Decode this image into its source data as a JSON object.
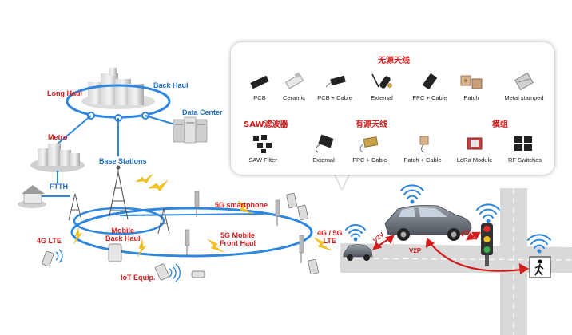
{
  "network": {
    "long_haul": "Long Haul",
    "back_haul": "Back Haul",
    "data_center": "Data Center",
    "metro": "Metro",
    "base_stations": "Base Stations",
    "ftth": "FTTH",
    "lte_4g": "4G LTE",
    "mobile_back_haul": [
      "Mobile",
      "Back Haul"
    ],
    "smartphone_5g": "5G smartphone",
    "front_haul_5g": [
      "5G Mobile",
      "Front Haul"
    ],
    "lte_5g": [
      "4G / 5G",
      "LTE"
    ],
    "iot_equip": "IoT Equip."
  },
  "v2x": {
    "v2v": "V2V",
    "v2p": "V2P",
    "v2i": "V2I"
  },
  "panel": {
    "passive_title": "无源天线",
    "passive_items": [
      {
        "label": "PCB",
        "icon": "pcb-antenna-icon"
      },
      {
        "label": "Ceramic",
        "icon": "ceramic-antenna-icon"
      },
      {
        "label": "PCB + Cable",
        "icon": "pcb-cable-antenna-icon"
      },
      {
        "label": "External",
        "icon": "external-antenna-icon"
      },
      {
        "label": "FPC + Cable",
        "icon": "fpc-cable-antenna-icon"
      },
      {
        "label": "Patch",
        "icon": "patch-antenna-icon"
      },
      {
        "label": "Metal stamped",
        "icon": "metal-stamped-antenna-icon"
      }
    ],
    "saw_title": "SAW滤波器",
    "active_title": "有源天线",
    "module_title": "模组",
    "lower_items": [
      {
        "label": "SAW Filter",
        "icon": "saw-filter-icon"
      },
      {
        "label": "External",
        "icon": "external-active-antenna-icon"
      },
      {
        "label": "FPC + Cable",
        "icon": "fpc-cable-active-antenna-icon"
      },
      {
        "label": "Patch + Cable",
        "icon": "patch-cable-antenna-icon"
      },
      {
        "label": "LoRa Module",
        "icon": "lora-module-icon"
      },
      {
        "label": "RF Switches",
        "icon": "rf-switches-icon"
      }
    ]
  },
  "colors": {
    "red": "#d21c1c",
    "blue": "#1f6ec8",
    "ring": "#2d86e0",
    "bolt": "#f4c21a"
  }
}
